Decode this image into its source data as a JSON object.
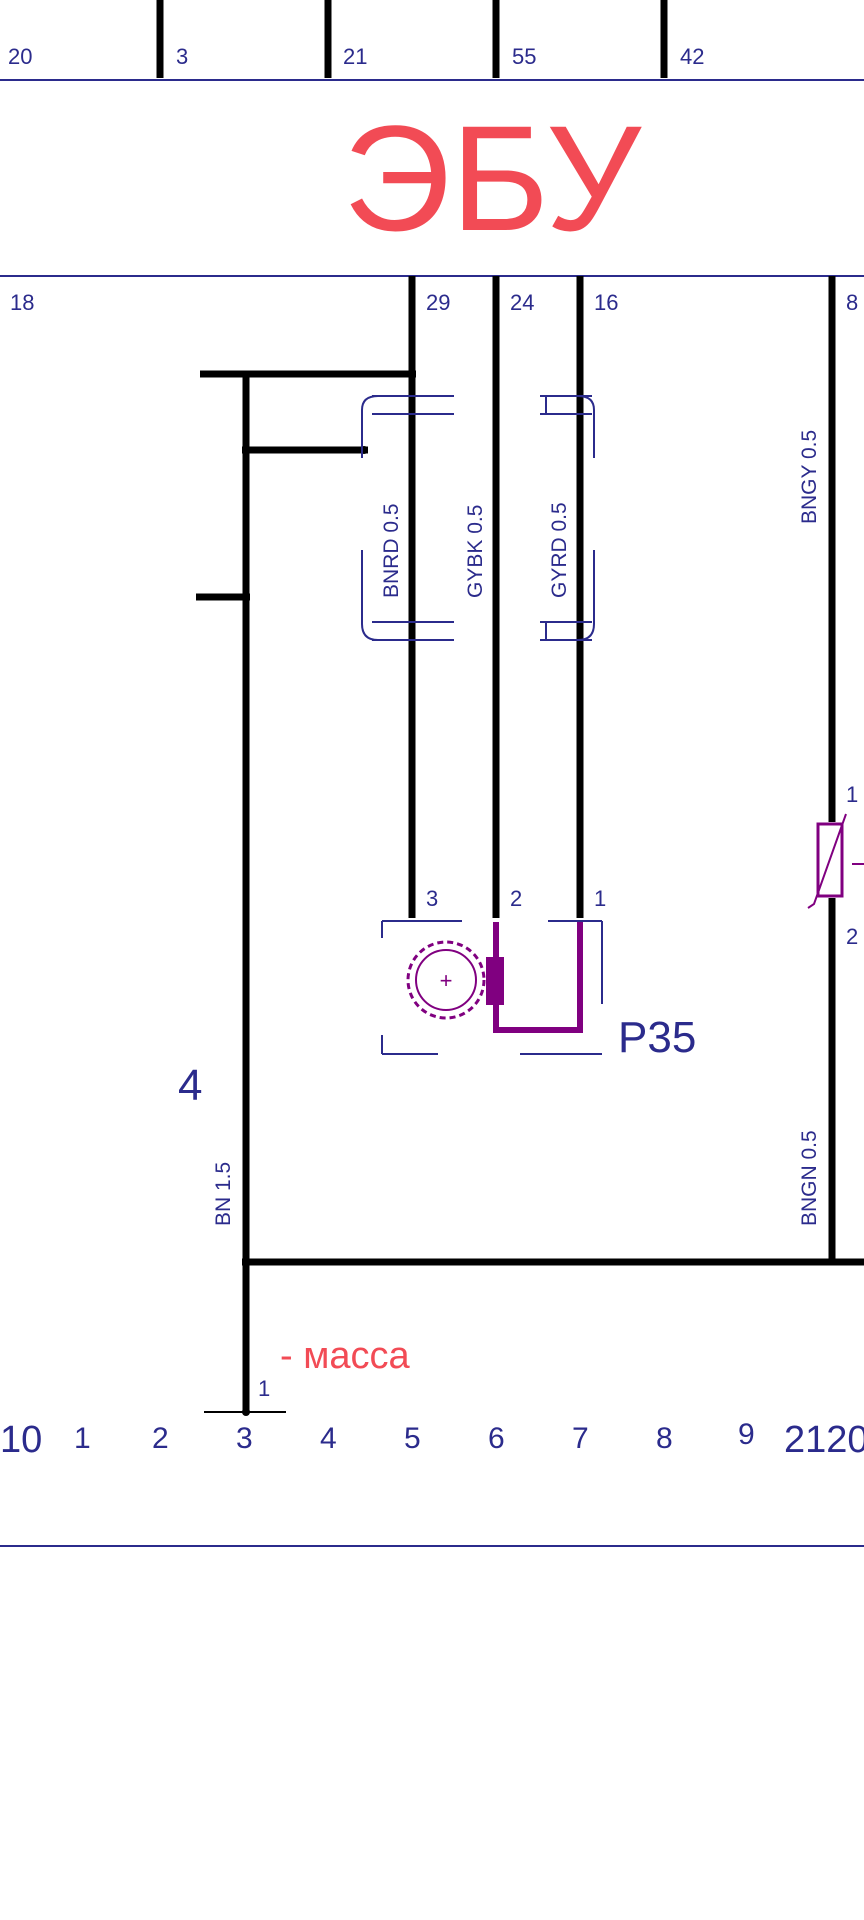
{
  "title": "ЭБУ",
  "top_pins": [
    "20",
    "3",
    "21",
    "55",
    "42"
  ],
  "ecu_pins": [
    "18",
    "29",
    "24",
    "16",
    "8"
  ],
  "wires": {
    "bnrd": "BNRD 0.5",
    "gybk": "GYBK 0.5",
    "gyrd": "GYRD 0.5",
    "bngy": "BNGY 0.5",
    "bngn": "BNGN 0.5",
    "bn": "BN 1.5"
  },
  "sensor": {
    "label": "P35",
    "pins": [
      "3",
      "2",
      "1"
    ]
  },
  "temp_sensor_pins": [
    "1",
    "2"
  ],
  "ground": {
    "pin": "1",
    "label": "- масса"
  },
  "bottom_numbers": [
    "10",
    "1",
    "2",
    "3",
    "4",
    "5",
    "6",
    "7",
    "8",
    "9",
    "2120"
  ],
  "colors": {
    "title": "#f24b55",
    "labels": "#2b2b8c",
    "wire": "#000000",
    "sensor": "#800080"
  }
}
